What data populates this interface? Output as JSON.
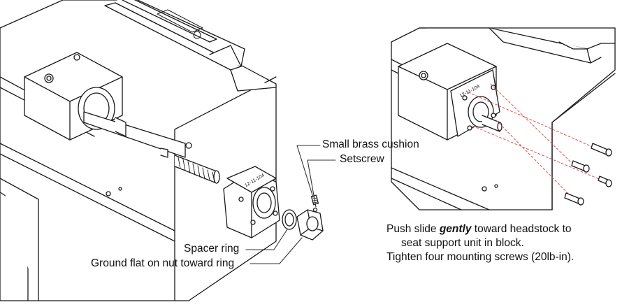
{
  "labels": {
    "small_brass_cushion": "Small brass cushion",
    "setscrew": "Setscrew",
    "spacer_ring": "Spacer ring",
    "ground_flat": "Ground flat on nut toward ring"
  },
  "block_stamp": "12-11-104",
  "instructions": {
    "line1_before": "Push slide ",
    "line1_emphasis": "gently",
    "line1_after": " toward headstock to",
    "line2": "seat support unit in block.",
    "line3": "Tighten four mounting screws (20lb-in)."
  },
  "colors": {
    "line": "#1a1a1a",
    "dashed_guide": "#e05050",
    "callout": "#333333"
  }
}
